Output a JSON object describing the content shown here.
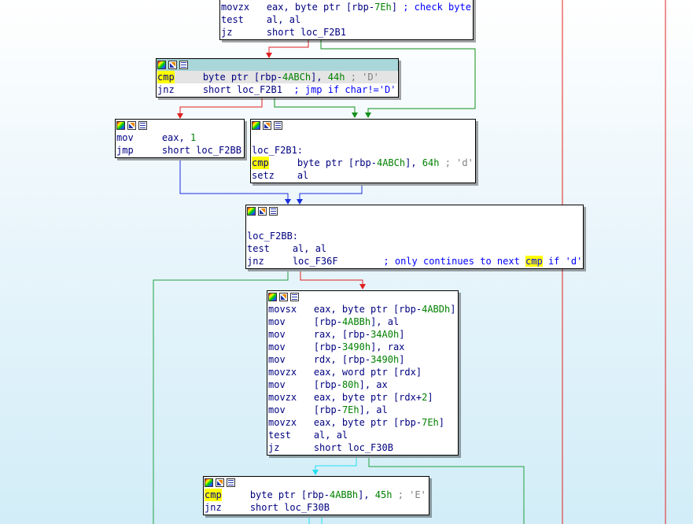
{
  "graph": {
    "nodes": [
      {
        "id": "block-top",
        "lines": [
          {
            "m": "movzx",
            "o": [
              [
                "eax, byte ptr [rbp-",
                "r"
              ],
              [
                "7Eh",
                "n"
              ],
              [
                "] ",
                "r"
              ],
              [
                "; check byte",
                "c"
              ]
            ]
          },
          {
            "m": "test",
            "o": [
              [
                "al, al",
                "r"
              ]
            ]
          },
          {
            "m": "jz",
            "o": [
              [
                "short loc_F2B1",
                "r"
              ]
            ]
          }
        ]
      },
      {
        "id": "block-cmp-D",
        "lines": [
          {
            "m": "cmp",
            "kw": true,
            "hl": true,
            "o": [
              [
                "byte ptr [rbp-",
                "r"
              ],
              [
                "4ABCh",
                "n"
              ],
              [
                "], ",
                "r"
              ],
              [
                "44h",
                "n"
              ],
              [
                " ; 'D'",
                "cm"
              ]
            ]
          },
          {
            "m": "jnz",
            "o": [
              [
                "short loc_F2B1  ",
                "r"
              ],
              [
                "; jmp if char!='D'",
                "c"
              ]
            ]
          }
        ]
      },
      {
        "id": "block-mov-eax",
        "lines": [
          {
            "m": "mov",
            "o": [
              [
                "eax, ",
                "r"
              ],
              [
                "1",
                "n"
              ]
            ]
          },
          {
            "m": "jmp",
            "o": [
              [
                "short loc_F2BB",
                "r"
              ]
            ]
          }
        ]
      },
      {
        "id": "block-loc-F2B1",
        "label": "loc_F2B1:",
        "lines": [
          {
            "m": "cmp",
            "kw": true,
            "o": [
              [
                "byte ptr [rbp-",
                "r"
              ],
              [
                "4ABCh",
                "n"
              ],
              [
                "], ",
                "r"
              ],
              [
                "64h",
                "n"
              ],
              [
                " ; 'd'",
                "cm"
              ]
            ]
          },
          {
            "m": "setz",
            "o": [
              [
                "al",
                "r"
              ]
            ]
          }
        ]
      },
      {
        "id": "block-loc-F2BB",
        "label": "loc_F2BB:",
        "lines": [
          {
            "m": "test",
            "o": [
              [
                "al, al",
                "r"
              ]
            ]
          },
          {
            "m": "jnz",
            "o": [
              [
                "loc_F36F        ",
                "r"
              ],
              [
                "; only continues to next ",
                "c"
              ],
              [
                "cmp",
                "kwc"
              ],
              [
                " if 'd'",
                "c"
              ]
            ]
          }
        ]
      },
      {
        "id": "block-movsx",
        "lines": [
          {
            "m": "movsx",
            "o": [
              [
                "eax, byte ptr [rbp-",
                "r"
              ],
              [
                "4ABDh",
                "n"
              ],
              [
                "]",
                "r"
              ]
            ]
          },
          {
            "m": "mov",
            "o": [
              [
                "[rbp-",
                "r"
              ],
              [
                "4ABBh",
                "n"
              ],
              [
                "], al",
                "r"
              ]
            ]
          },
          {
            "m": "mov",
            "o": [
              [
                "rax, [rbp-",
                "r"
              ],
              [
                "34A0h",
                "n"
              ],
              [
                "]",
                "r"
              ]
            ]
          },
          {
            "m": "mov",
            "o": [
              [
                "[rbp-",
                "r"
              ],
              [
                "3490h",
                "n"
              ],
              [
                "], rax",
                "r"
              ]
            ]
          },
          {
            "m": "mov",
            "o": [
              [
                "rdx, [rbp-",
                "r"
              ],
              [
                "3490h",
                "n"
              ],
              [
                "]",
                "r"
              ]
            ]
          },
          {
            "m": "movzx",
            "o": [
              [
                "eax, word ptr [rdx]",
                "r"
              ]
            ]
          },
          {
            "m": "mov",
            "o": [
              [
                "[rbp-",
                "r"
              ],
              [
                "80h",
                "n"
              ],
              [
                "], ax",
                "r"
              ]
            ]
          },
          {
            "m": "movzx",
            "o": [
              [
                "eax, byte ptr [rdx+",
                "r"
              ],
              [
                "2",
                "n"
              ],
              [
                "]",
                "r"
              ]
            ]
          },
          {
            "m": "mov",
            "o": [
              [
                "[rbp-",
                "r"
              ],
              [
                "7Eh",
                "n"
              ],
              [
                "], al",
                "r"
              ]
            ]
          },
          {
            "m": "movzx",
            "o": [
              [
                "eax, byte ptr [rbp-",
                "r"
              ],
              [
                "7Eh",
                "n"
              ],
              [
                "]",
                "r"
              ]
            ]
          },
          {
            "m": "test",
            "o": [
              [
                "al, al",
                "r"
              ]
            ]
          },
          {
            "m": "jz",
            "o": [
              [
                "short loc_F30B",
                "r"
              ]
            ]
          }
        ]
      },
      {
        "id": "block-cmp-E",
        "lines": [
          {
            "m": "cmp",
            "kw": true,
            "o": [
              [
                "byte ptr [rbp-",
                "r"
              ],
              [
                "4ABBh",
                "n"
              ],
              [
                "], ",
                "r"
              ],
              [
                "45h",
                "n"
              ],
              [
                " ; 'E'",
                "cm"
              ]
            ]
          },
          {
            "m": "jnz",
            "o": [
              [
                "short loc_F30B",
                "r"
              ]
            ]
          }
        ]
      }
    ]
  },
  "colors": {
    "edge_false": "#e02020",
    "edge_true": "#10901a",
    "edge_uncond": "#1a2ee0",
    "edge_cyan": "#20e0f0",
    "edge_green_long": "#20a040",
    "mnemonic": "#000080",
    "immediate": "#008000",
    "comment": "#0000ff",
    "highlight": "#ffff00"
  }
}
